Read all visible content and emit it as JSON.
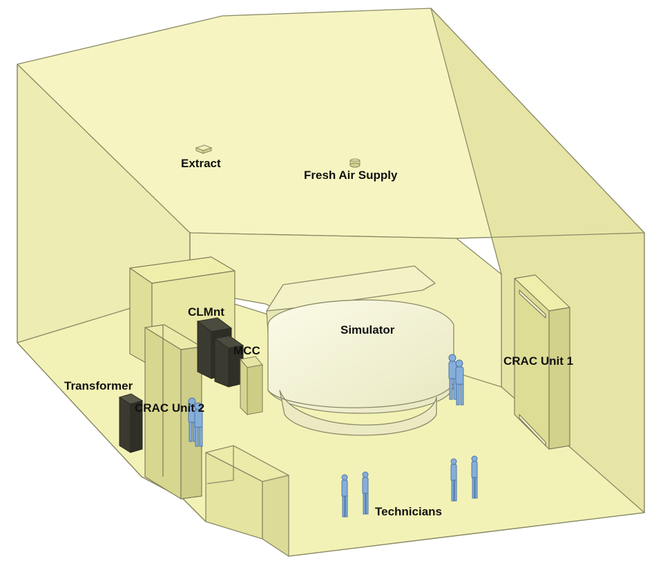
{
  "labels": {
    "extract": "Extract",
    "fresh_air_supply": "Fresh Air Supply",
    "simulator": "Simulator",
    "clmnt": "CLMnt",
    "mcc": "MCC",
    "crac_unit_1": "CRAC Unit 1",
    "crac_unit_2": "CRAC Unit 2",
    "transformer": "Transformer",
    "technicians": "Technicians"
  },
  "colors": {
    "room_fill": "#f4f3b4",
    "room_edge": "#8a8a66",
    "equipment_dark": "#3a3a30",
    "technician": "#86aedb",
    "simulator": "#f7f6d6"
  }
}
